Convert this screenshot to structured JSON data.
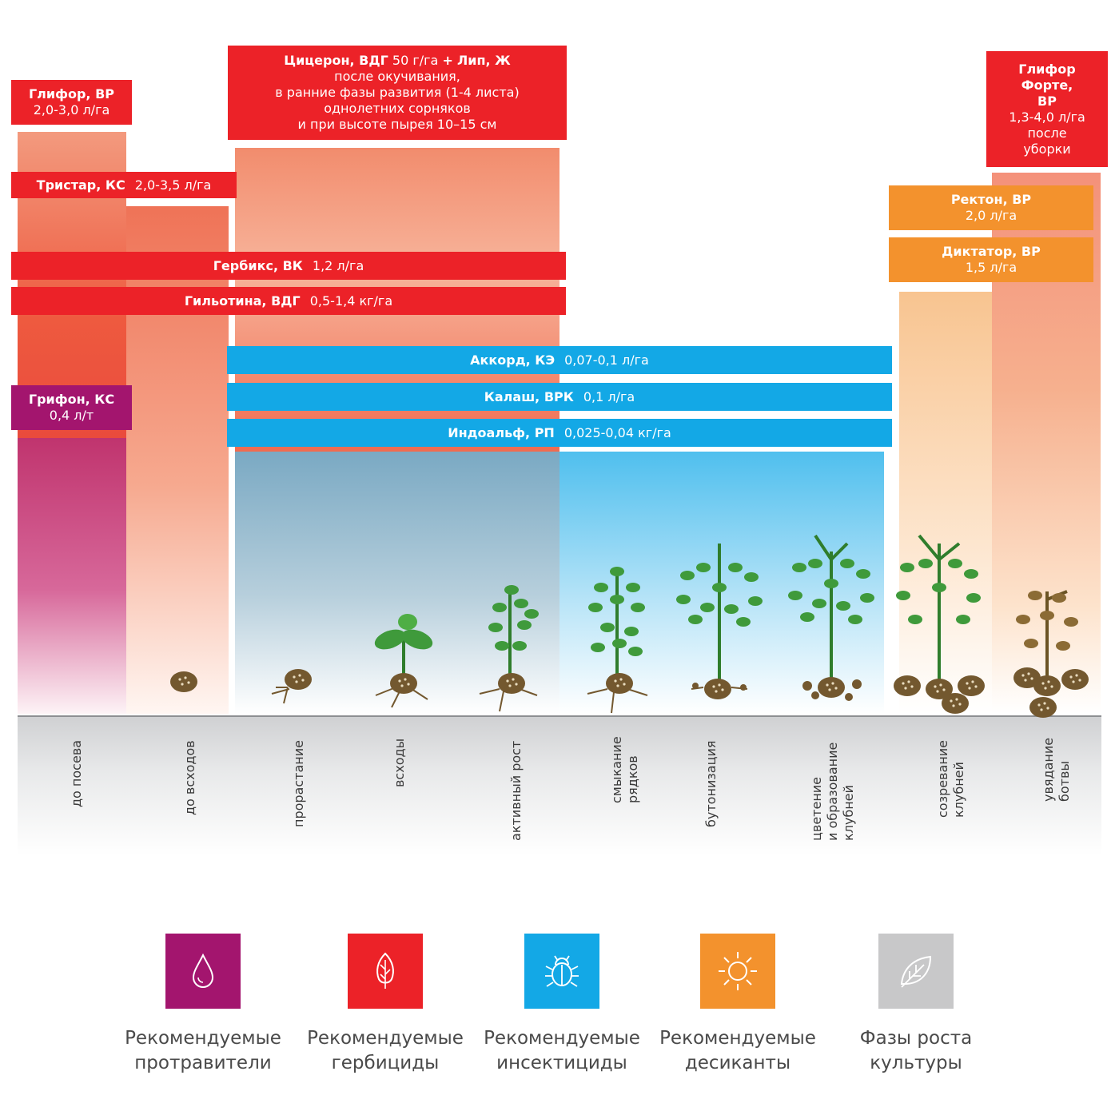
{
  "colors": {
    "herbicide": "#ec2228",
    "insecticide": "#13a8e6",
    "desiccant": "#f3922d",
    "protectant": "#a3156e",
    "phase": "#c8c8c9"
  },
  "products": {
    "glifor": {
      "name": "Глифор, ВР",
      "dose": "2,0-3,0 л/га"
    },
    "tristar": {
      "name": "Тристар, КС",
      "dose": "2,0-3,5 л/га"
    },
    "ciceron": {
      "name": "Цицерон, ВДГ",
      "dose": "50 г/га",
      "plus": "+",
      "name2": "Лип, Ж",
      "line2": "после окучивания,",
      "line3": "в ранние фазы развития (1-4 листа)",
      "line4": "однолетних сорняков",
      "line5": "и при высоте пырея 10–15 см"
    },
    "gerbiks": {
      "name": "Гербикс, ВК",
      "dose": "1,2 л/га"
    },
    "gilotina": {
      "name": "Гильотина, ВДГ",
      "dose": "0,5-1,4 кг/га"
    },
    "grifon": {
      "name": "Грифон, КС",
      "dose": "0,4 л/т"
    },
    "akkord": {
      "name": "Аккорд, КЭ",
      "dose": "0,07-0,1 л/га"
    },
    "kalash": {
      "name": "Калаш, ВРК",
      "dose": "0,1 л/га"
    },
    "indoalf": {
      "name": "Индоальф, РП",
      "dose": "0,025-0,04 кг/га"
    },
    "glifor_forte": {
      "name_l1": "Глифор",
      "name_l2": "Форте,",
      "name_l3": "ВР",
      "dose": "1,3-4,0 л/га",
      "note_l1": "после",
      "note_l2": "уборки"
    },
    "rekton": {
      "name": "Ректон, ВР",
      "dose": "2,0 л/га"
    },
    "diktator": {
      "name": "Диктатор, ВР",
      "dose": "1,5 л/га"
    }
  },
  "phases": [
    {
      "id": "do-poseva",
      "lines": [
        "до посева"
      ]
    },
    {
      "id": "do-vshodov",
      "lines": [
        "до всходов"
      ]
    },
    {
      "id": "prorastanie",
      "lines": [
        "прорастание"
      ]
    },
    {
      "id": "vshody",
      "lines": [
        "всходы"
      ]
    },
    {
      "id": "aktivnyi-rost",
      "lines": [
        "активный рост"
      ]
    },
    {
      "id": "smykanie",
      "lines": [
        "смыкание",
        "рядков"
      ]
    },
    {
      "id": "butonizaciya",
      "lines": [
        "бутонизация"
      ]
    },
    {
      "id": "cvetenie",
      "lines": [
        "цветение",
        "и образование",
        "клубней"
      ]
    },
    {
      "id": "sozrevanie",
      "lines": [
        "созревание",
        "клубней"
      ]
    },
    {
      "id": "uvyadanie",
      "lines": [
        "увядание",
        "ботвы"
      ]
    }
  ],
  "legend": [
    {
      "id": "protectants",
      "icon": "drop-icon",
      "color": "#a3156e",
      "l1": "Рекомендуемые",
      "l2": "протравители"
    },
    {
      "id": "herbicides",
      "icon": "leaf-icon",
      "color": "#ec2228",
      "l1": "Рекомендуемые",
      "l2": "гербициды"
    },
    {
      "id": "insecticides",
      "icon": "beetle-icon",
      "color": "#13a8e6",
      "l1": "Рекомендуемые",
      "l2": "инсектициды"
    },
    {
      "id": "desiccants",
      "icon": "sun-icon",
      "color": "#f3922d",
      "l1": "Рекомендуемые",
      "l2": "десиканты"
    },
    {
      "id": "phases",
      "icon": "leaf-outline-icon",
      "color": "#c8c8c9",
      "l1": "Фазы роста",
      "l2": "культуры"
    }
  ]
}
